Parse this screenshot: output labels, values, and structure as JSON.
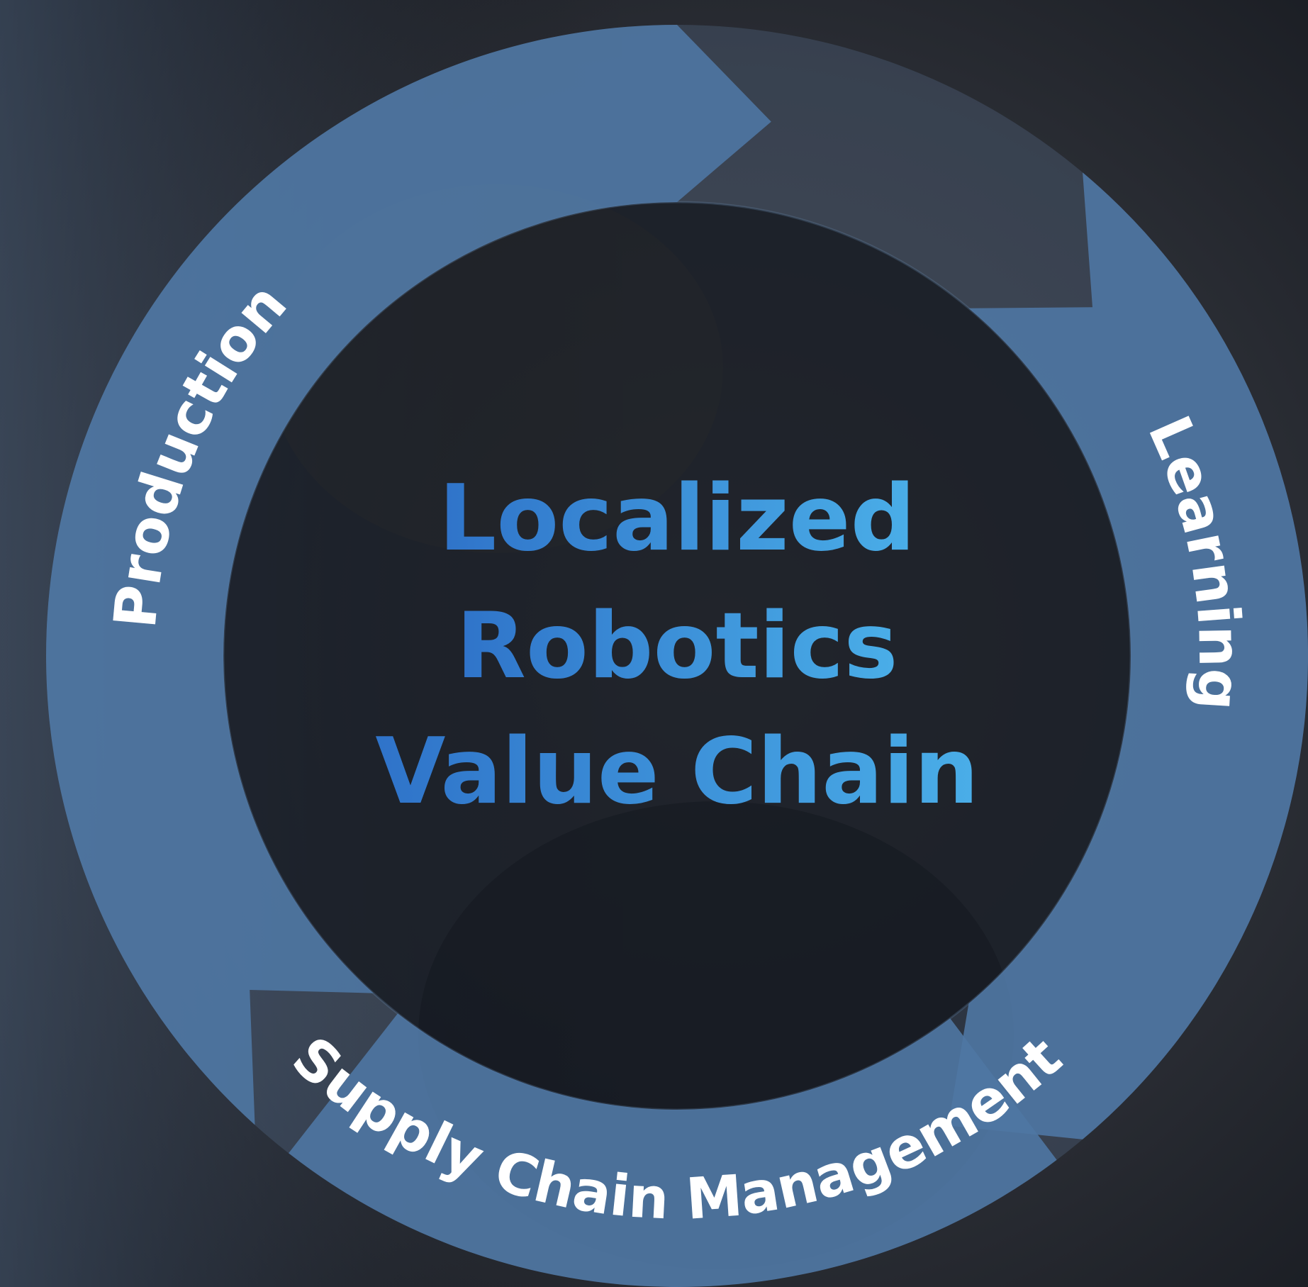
{
  "center_title": {
    "lines": [
      "Localized",
      "Robotics",
      "Value Chain"
    ]
  },
  "segments": [
    {
      "id": "production",
      "label": "Production"
    },
    {
      "id": "learning",
      "label": "Learning"
    },
    {
      "id": "supply",
      "label": "Supply Chain Management"
    }
  ],
  "colors": {
    "segment_fill": "#4f77a3",
    "title_gradient_start": "#2f73c9",
    "title_gradient_end": "#4aaee8",
    "label": "#ffffff"
  }
}
